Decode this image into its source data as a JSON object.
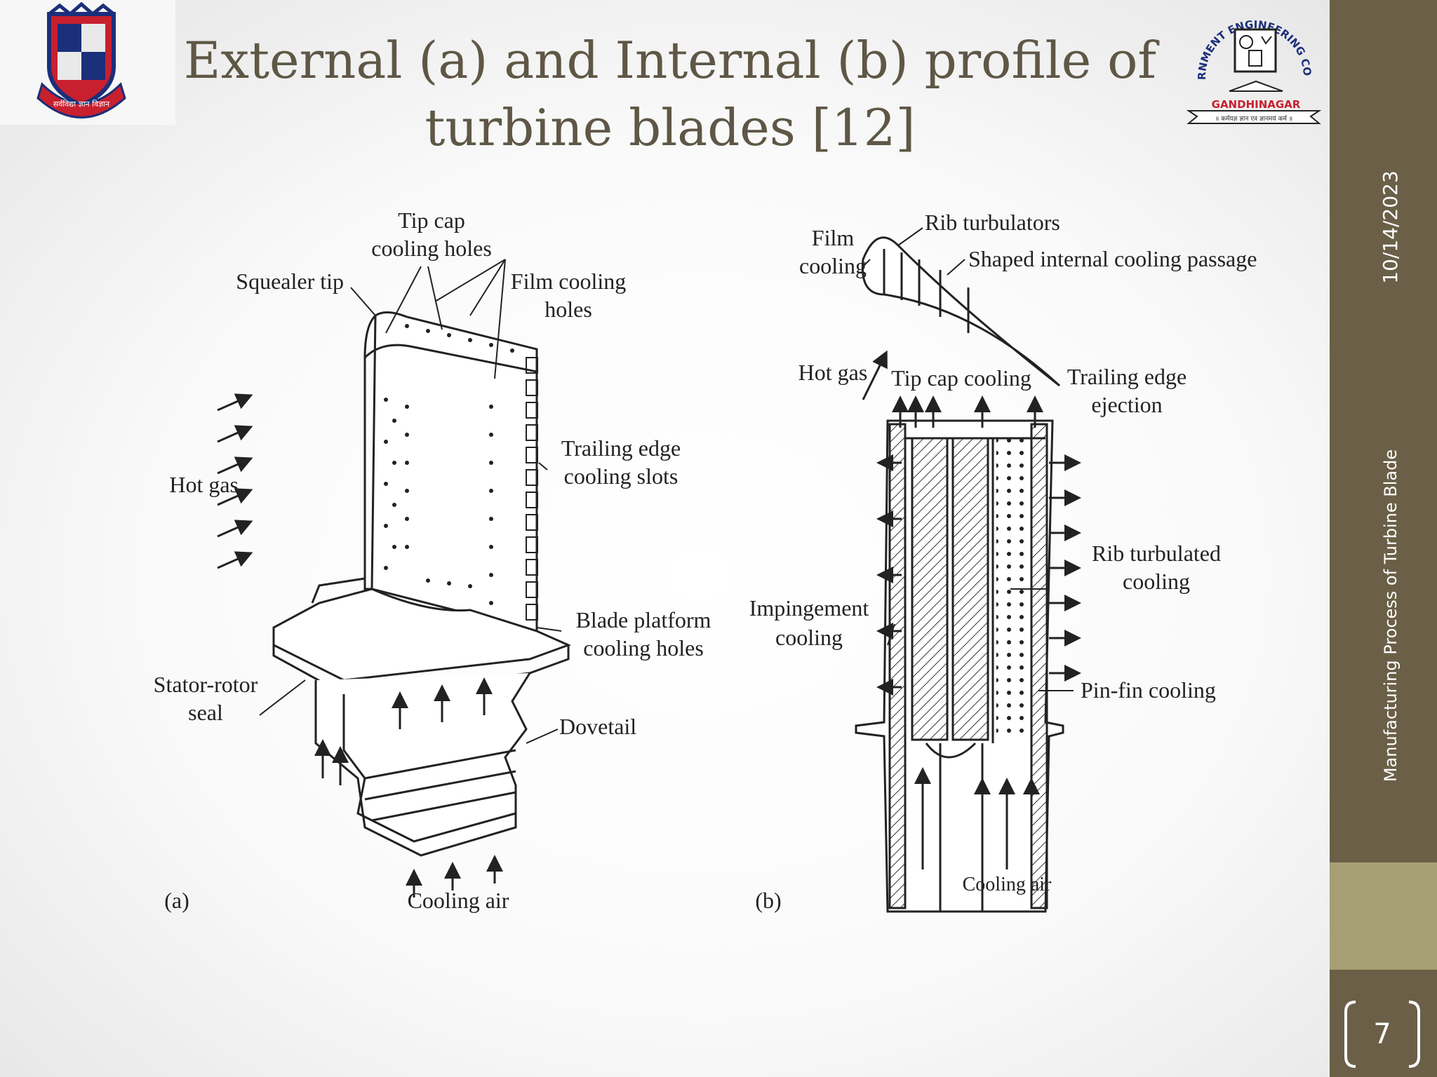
{
  "title": "External (a) and Internal (b) profile of turbine blades [12]",
  "sidebar": {
    "date": "10/14/2023",
    "running_title": "Manufacturing Process of Turbine Blade",
    "page_number": "7"
  },
  "logos": {
    "right_top": "GOVERNMENT ENGINEERING COLLEGE",
    "right_city": "GANDHINAGAR",
    "right_motto": "॥ कर्मयज्ञ ज्ञान एव ज्ञानमयं कर्म ॥",
    "left_motto": "सर्वविद्या ज्ञान विज्ञान"
  },
  "figure_a": {
    "tip_cap_1": "Tip cap",
    "tip_cap_2": "cooling holes",
    "squealer": "Squealer tip",
    "film_1": "Film cooling",
    "film_2": "holes",
    "hot_gas": "Hot gas",
    "trailing_1": "Trailing edge",
    "trailing_2": "cooling slots",
    "platform_1": "Blade platform",
    "platform_2": "cooling holes",
    "stator_1": "Stator-rotor",
    "stator_2": "seal",
    "dovetail": "Dovetail",
    "cooling_air": "Cooling air",
    "label": "(a)"
  },
  "figure_b": {
    "film_1": "Film",
    "film_2": "cooling",
    "rib_turbulators": "Rib turbulators",
    "shaped": "Shaped internal cooling passage",
    "hot_gas": "Hot gas",
    "tip_cap": "Tip cap cooling",
    "trailing_1": "Trailing edge",
    "trailing_2": "ejection",
    "rib_cooling_1": "Rib turbulated",
    "rib_cooling_2": "cooling",
    "impingement_1": "Impingement",
    "impingement_2": "cooling",
    "pin_fin": "Pin-fin cooling",
    "cooling_air": "Cooling air",
    "label": "(b)"
  },
  "colors": {
    "sidebar": "#6b5f48",
    "sidebar_accent": "#a59f73",
    "title": "#5f5746"
  }
}
